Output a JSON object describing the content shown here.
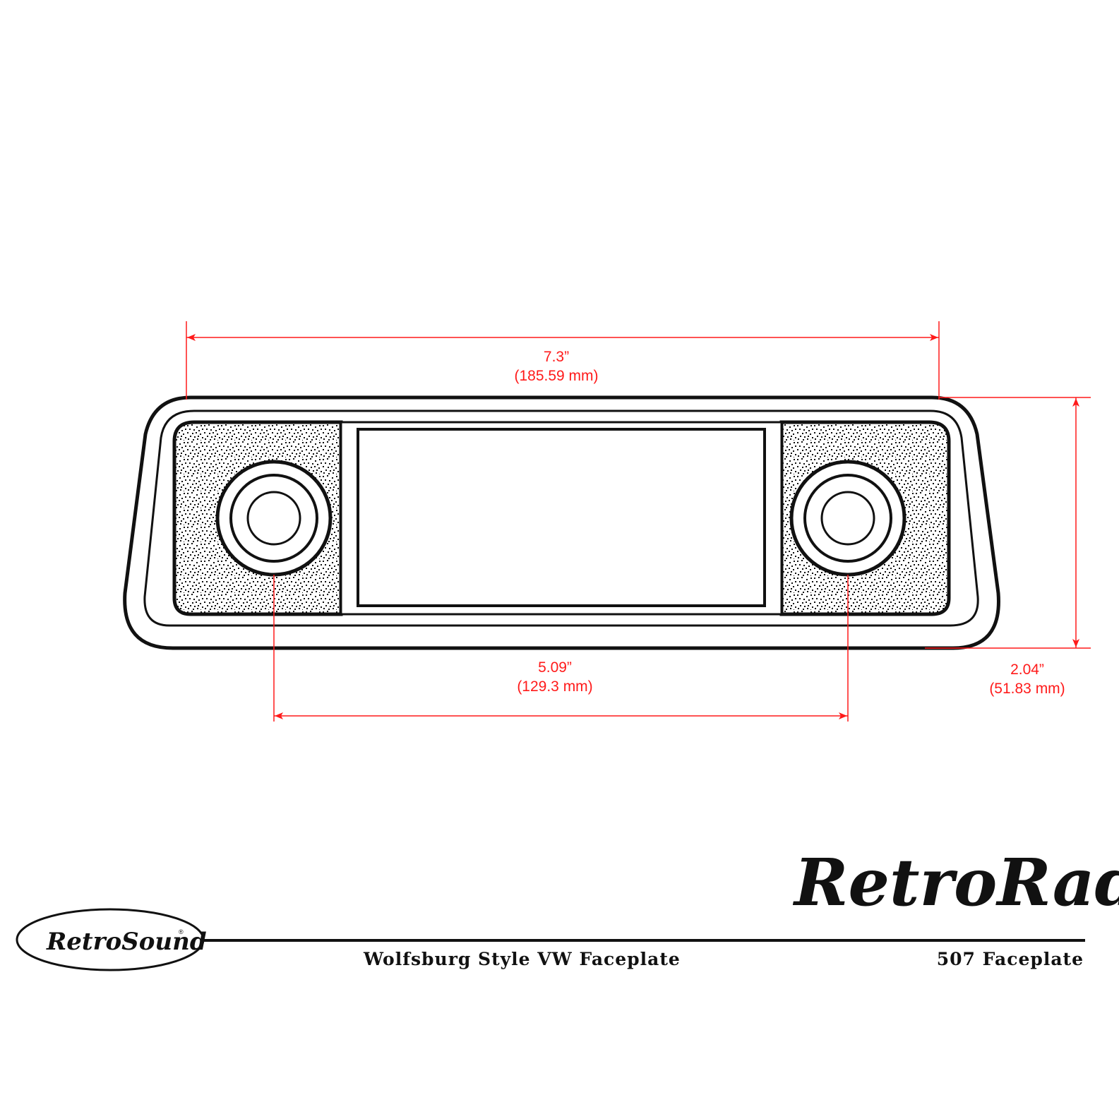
{
  "document": {
    "brand_logo_left": "RetroSound",
    "brand_logo_left_mark": "®",
    "brand_logo_right": "RetroRadio",
    "title_left": "Wolfsburg Style VW Faceplate",
    "title_right": "507 Faceplate"
  },
  "dimensions": {
    "overall_width": {
      "inches": "7.3”",
      "mm": "(185.59 mm)"
    },
    "knob_spacing": {
      "inches": "5.09”",
      "mm": "(129.3 mm)"
    },
    "overall_height": {
      "inches": "2.04”",
      "mm": "(51.83 mm)"
    }
  },
  "colors": {
    "dimension_line": "#ff1a1a",
    "outline": "#111111",
    "background": "#ffffff"
  },
  "faceplate": {
    "parts": [
      "outer-bezel",
      "inner-bezel",
      "left-speaker-grille",
      "right-speaker-grille",
      "display-window",
      "left-knob",
      "right-knob"
    ]
  }
}
